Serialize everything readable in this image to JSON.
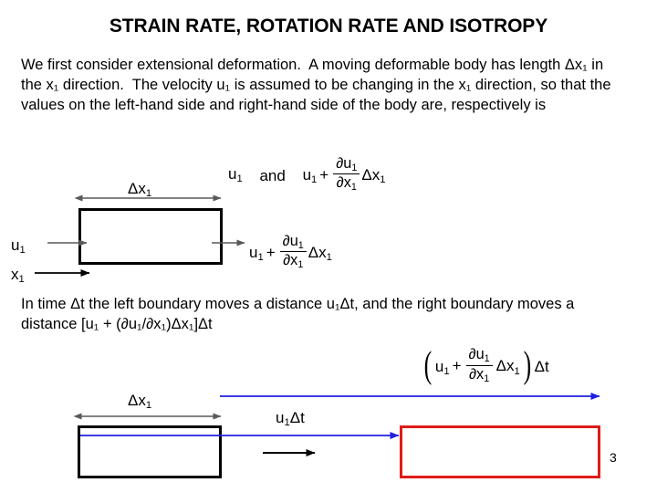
{
  "slide": {
    "title": "STRAIN RATE, ROTATION RATE AND ISOTROPY",
    "page_number": "3",
    "background_color": "#ffffff",
    "text_color": "#000000"
  },
  "paragraphs": {
    "intro": "We first consider extensional deformation.  A moving deformable body has length Δx₁ in the x₁ direction.  The velocity u₁ is assumed to be changing in the x₁ direction, so that the values on the left-hand side and right-hand side of the body are, respectively is",
    "time_step": "In time Δt the left boundary moves a distance u₁Δt, and the right boundary moves a distance [u₁ + (∂u₁/∂x₁)Δx₁]Δt"
  },
  "equation_centered": {
    "left_value": "u",
    "left_sub": "1",
    "conjunction": "and",
    "right_base": "u",
    "right_sub": "1",
    "plus": "+",
    "numerator": "∂u",
    "numerator_sub": "1",
    "denominator": "∂x",
    "denominator_sub": "1",
    "trailing": "Δx",
    "trailing_sub": "1"
  },
  "diagram_top": {
    "dimension_label": "Δx",
    "dimension_label_sub": "1",
    "inlet_label": "u",
    "inlet_label_sub": "1",
    "axis_label": "x",
    "axis_label_sub": "1",
    "outlet_expression": {
      "base": "u",
      "base_sub": "1",
      "plus": "+",
      "numerator": "∂u",
      "numerator_sub": "1",
      "denominator": "∂x",
      "denominator_sub": "1",
      "trailing": "Δx",
      "trailing_sub": "1"
    },
    "body_color": "#000000"
  },
  "equation_displaced": {
    "open_paren": "(",
    "base": "u",
    "base_sub": "1",
    "plus": "+",
    "numerator": "∂u",
    "numerator_sub": "1",
    "denominator": "∂x",
    "denominator_sub": "1",
    "inner_trailing": "Δx",
    "inner_trailing_sub": "1",
    "close_paren": ")",
    "outer_trailing": "Δt"
  },
  "diagram_bottom": {
    "dimension_label": "Δx",
    "dimension_label_sub": "1",
    "displacement_label": "u",
    "displacement_label_sub": "1",
    "displacement_label_tail": "Δt",
    "original_body_color": "#000000",
    "displaced_body_color": "#e01b18",
    "displacement_vector_color": "#2020e0",
    "motion_arrow_color": "#000000"
  },
  "colors": {
    "black": "#000000",
    "red": "#e01b18",
    "blue": "#2020e0",
    "gray_dimension": "#595959"
  }
}
